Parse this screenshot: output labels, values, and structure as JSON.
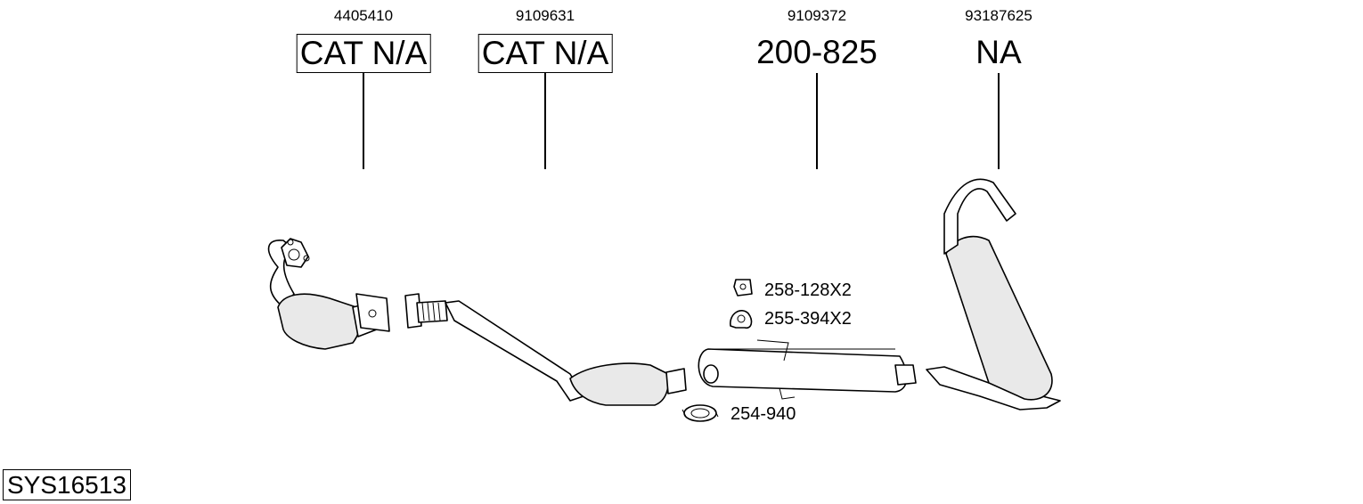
{
  "parts": [
    {
      "oe_number": "4405410",
      "code": "CAT N/A",
      "boxed": true
    },
    {
      "oe_number": "9109631",
      "code": "CAT N/A",
      "boxed": true
    },
    {
      "oe_number": "9109372",
      "code": "200-825",
      "boxed": false
    },
    {
      "oe_number": "93187625",
      "code": "NA",
      "boxed": false
    }
  ],
  "accessories": [
    {
      "label": "258-128X2",
      "icon": "rubber-hanger-icon"
    },
    {
      "label": "255-394X2",
      "icon": "mounting-ring-icon"
    },
    {
      "label": "254-940",
      "icon": "pipe-clamp-icon"
    }
  ],
  "system_code": "SYS16513"
}
